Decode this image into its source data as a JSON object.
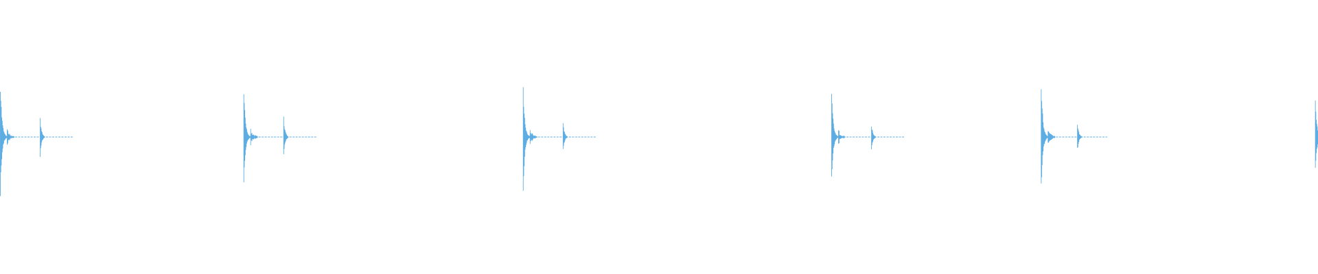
{
  "waveform": {
    "color": "#5dade2",
    "event_count": 6,
    "events": [
      {
        "start": 0.0,
        "primary_peak": 0.88,
        "secondary_peak": 0.3,
        "tail": 0.055
      },
      {
        "start": 0.185,
        "primary_peak": 0.75,
        "secondary_peak": 0.32,
        "tail": 0.055
      },
      {
        "start": 0.397,
        "primary_peak": 0.8,
        "secondary_peak": 0.22,
        "tail": 0.055
      },
      {
        "start": 0.631,
        "primary_peak": 0.73,
        "secondary_peak": 0.2,
        "tail": 0.055
      },
      {
        "start": 0.79,
        "primary_peak": 0.88,
        "secondary_peak": 0.22,
        "tail": 0.05
      },
      {
        "start": 0.998,
        "primary_peak": 0.55,
        "secondary_peak": 0.0,
        "tail": 0.002
      }
    ]
  }
}
